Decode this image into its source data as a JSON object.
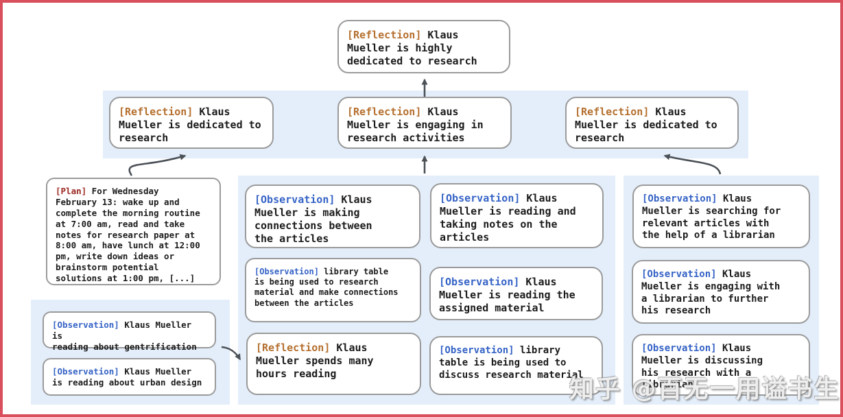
{
  "colors": {
    "frame_red": "#d94f5c",
    "band_blue": "#e4eefa",
    "box_border": "#9a9a9a",
    "reflection_label": "#b5702f",
    "observation_label": "#3563c6",
    "plan_label": "#9b2a24",
    "arrow": "#4b5157",
    "body_text": "#1b1b1b"
  },
  "watermark": {
    "text": "知乎 @百无一用谥书生"
  },
  "nodes": {
    "top": {
      "label": "[Reflection]",
      "text": " Klaus\nMueller is highly\ndedicated to research"
    },
    "row2": [
      {
        "label": "[Reflection]",
        "text": " Klaus\nMueller is dedicated to\nresearch"
      },
      {
        "label": "[Reflection]",
        "text": " Klaus\nMueller is engaging in\nresearch activities"
      },
      {
        "label": "[Reflection]",
        "text": " Klaus\nMueller is dedicated to\nresearch"
      }
    ],
    "plan": {
      "label": "[Plan]",
      "text": " For Wednesday\nFebruary 13: wake up and\ncomplete the morning routine\nat 7:00 am, read and take\nnotes for research paper at\n8:00 am, have lunch at 12:00\npm, write down ideas or\nbrainstorm potential\nsolutions at 1:00 pm, [...]"
    },
    "left_observations": [
      {
        "label": "[Observation]",
        "text": " Klaus Mueller is\nreading about gentrification"
      },
      {
        "label": "[Observation]",
        "text": " Klaus Mueller\nis reading about urban design"
      }
    ],
    "middle_col1": [
      {
        "label": "[Observation]",
        "text": " Klaus\nMueller is making\nconnections between\nthe articles"
      },
      {
        "label": "[Observation]",
        "text": " library table\nis being used to research\nmaterial and make connections\nbetween the articles"
      },
      {
        "label": "[Reflection]",
        "text": " Klaus\nMueller spends many\nhours reading"
      }
    ],
    "middle_col2": [
      {
        "label": "[Observation]",
        "text": " Klaus\nMueller is reading and\ntaking notes on the\narticles"
      },
      {
        "label": "[Observation]",
        "text": " Klaus\nMueller is reading the\nassigned material"
      },
      {
        "label": "[Observation]",
        "text": " library\ntable is being used to\ndiscuss research material"
      }
    ],
    "right_col": [
      {
        "label": "[Observation]",
        "text": " Klaus\nMueller is searching for\nrelevant articles with\nthe help of a librarian"
      },
      {
        "label": "[Observation]",
        "text": " Klaus\nMueller is engaging with\na librarian to further\nhis research"
      },
      {
        "label": "[Observation]",
        "text": " Klaus\nMueller is discussing\nhis research with a\nlibrarian"
      }
    ]
  }
}
